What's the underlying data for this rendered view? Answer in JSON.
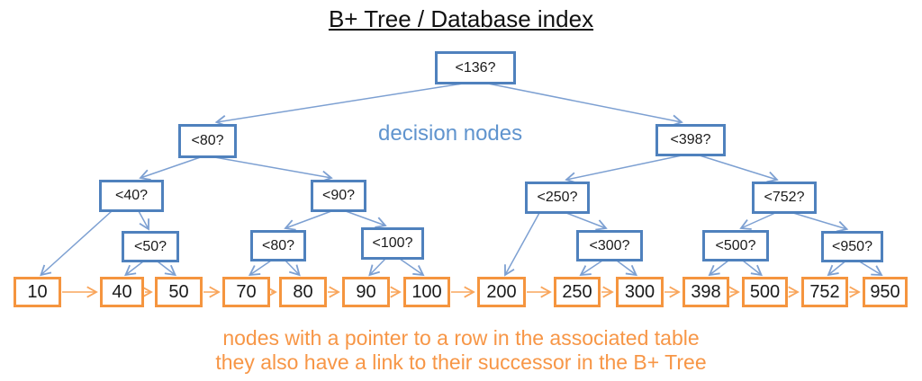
{
  "title": "B+ Tree / Database index",
  "annotations": {
    "decision_nodes_label": "decision nodes",
    "caption_line1": "nodes with a pointer to a row in the associated table",
    "caption_line2": "they also have a link to their successor in the B+ Tree"
  },
  "colors": {
    "decision_node_border": "#4f81bd",
    "decision_edge": "#7da0d2",
    "decision_label_text": "#6094ce",
    "leaf_node_border": "#f5953f",
    "leaf_edge": "#f9a55b",
    "caption_text": "#f79646",
    "node_text": "#1a1a1a",
    "title_text": "#111111"
  },
  "tree": {
    "decision_nodes": [
      {
        "id": "d136",
        "label": "<136?"
      },
      {
        "id": "d80",
        "label": "<80?"
      },
      {
        "id": "d398",
        "label": "<398?"
      },
      {
        "id": "d40",
        "label": "<40?"
      },
      {
        "id": "d90",
        "label": "<90?"
      },
      {
        "id": "d250",
        "label": "<250?"
      },
      {
        "id": "d752",
        "label": "<752?"
      },
      {
        "id": "d50",
        "label": "<50?"
      },
      {
        "id": "d80b",
        "label": "<80?"
      },
      {
        "id": "d100",
        "label": "<100?"
      },
      {
        "id": "d300",
        "label": "<300?"
      },
      {
        "id": "d500",
        "label": "<500?"
      },
      {
        "id": "d950",
        "label": "<950?"
      }
    ],
    "leaf_nodes": [
      {
        "id": "L10",
        "label": "10"
      },
      {
        "id": "L40",
        "label": "40"
      },
      {
        "id": "L50",
        "label": "50"
      },
      {
        "id": "L70",
        "label": "70"
      },
      {
        "id": "L80",
        "label": "80"
      },
      {
        "id": "L90",
        "label": "90"
      },
      {
        "id": "L100",
        "label": "100"
      },
      {
        "id": "L200",
        "label": "200"
      },
      {
        "id": "L250",
        "label": "250"
      },
      {
        "id": "L300",
        "label": "300"
      },
      {
        "id": "L398",
        "label": "398"
      },
      {
        "id": "L500",
        "label": "500"
      },
      {
        "id": "L752",
        "label": "752"
      },
      {
        "id": "L950",
        "label": "950"
      }
    ],
    "decision_edges": [
      [
        "d136",
        "d80"
      ],
      [
        "d136",
        "d398"
      ],
      [
        "d80",
        "d40"
      ],
      [
        "d80",
        "d90"
      ],
      [
        "d398",
        "d250"
      ],
      [
        "d398",
        "d752"
      ],
      [
        "d40",
        "L10"
      ],
      [
        "d40",
        "d50"
      ],
      [
        "d50",
        "L40"
      ],
      [
        "d50",
        "L50"
      ],
      [
        "d90",
        "d80b"
      ],
      [
        "d90",
        "d100"
      ],
      [
        "d80b",
        "L70"
      ],
      [
        "d80b",
        "L80"
      ],
      [
        "d100",
        "L90"
      ],
      [
        "d100",
        "L100"
      ],
      [
        "d250",
        "L200"
      ],
      [
        "d250",
        "d300"
      ],
      [
        "d300",
        "L250"
      ],
      [
        "d300",
        "L300"
      ],
      [
        "d752",
        "d500"
      ],
      [
        "d752",
        "d950"
      ],
      [
        "d500",
        "L398"
      ],
      [
        "d500",
        "L500"
      ],
      [
        "d950",
        "L752"
      ],
      [
        "d950",
        "L950"
      ]
    ],
    "leaf_successor_chain": [
      "L10",
      "L40",
      "L50",
      "L70",
      "L80",
      "L90",
      "L100",
      "L200",
      "L250",
      "L300",
      "L398",
      "L500",
      "L752",
      "L950"
    ]
  }
}
